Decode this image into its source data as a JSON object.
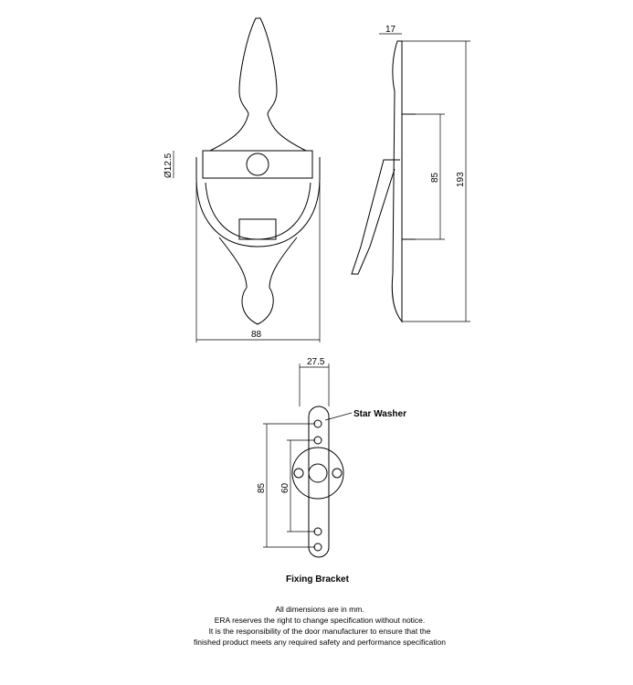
{
  "dimensions": {
    "front_width": "88",
    "ring_diameter": "Ø12.5",
    "side_depth": "17",
    "side_height": "193",
    "side_fixing": "85",
    "bracket_width": "27.5",
    "bracket_outer": "85",
    "bracket_inner": "60"
  },
  "labels": {
    "star_washer": "Star Washer",
    "fixing_bracket": "Fixing Bracket"
  },
  "notes": [
    "All dimensions are in mm.",
    "ERA reserves the right to change specification without notice.",
    "It is the responsibility of the door manufacturer to ensure that the",
    "finished product meets any required safety and performance specification"
  ]
}
